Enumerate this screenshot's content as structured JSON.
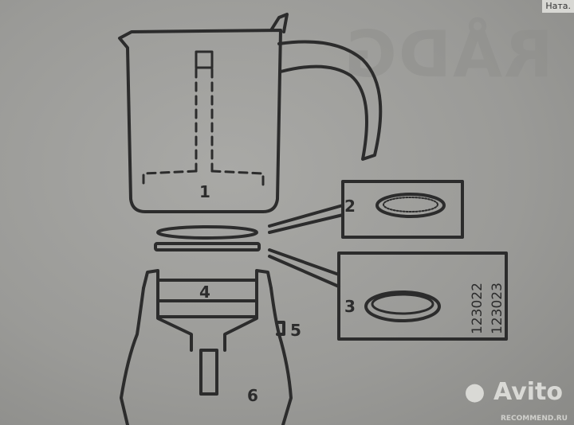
{
  "top_tag": "Ната.",
  "watermark": {
    "brand": "Avito",
    "source": "RECOMMEND.RU"
  },
  "back_text": "RÅDG",
  "parts": {
    "p1": "1",
    "p2": "2",
    "p3": "3",
    "p4": "4",
    "p5": "5",
    "p6": "6"
  },
  "codes": [
    "123022",
    "123023"
  ],
  "colors": {
    "line": "#2c2c2c",
    "paper": "#9c9c99"
  }
}
